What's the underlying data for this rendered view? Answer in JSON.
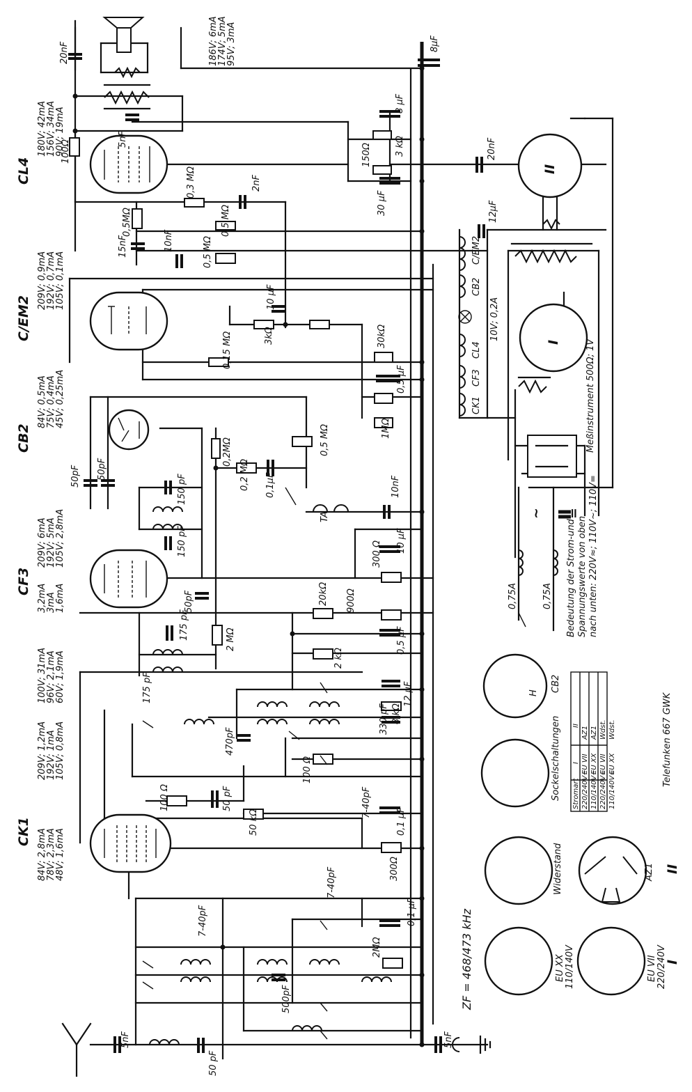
{
  "tubes": {
    "cl4": "CL4",
    "cem2": "C/EM2",
    "cb2": "CB2",
    "cf3": "CF3",
    "ck1": "CK1"
  },
  "voltages": {
    "cl4_1": "180V; 42mA",
    "cl4_2": "156V; 34mA",
    "cl4_3": "90V; 19mA",
    "top_1": "186V; 6mA",
    "top_2": "174V; 5mA",
    "top_3": "95V; 3mA",
    "cem2_1": "209V; 0,9mA",
    "cem2_2": "192V; 0,7mA",
    "cem2_3": "105V; 0,1mA",
    "cb2_1": "84V; 0,5mA",
    "cb2_2": "75V; 0,4mA",
    "cb2_3": "45V; 0,25mA",
    "cf3_1": "209V; 6mA",
    "cf3_2": "192V; 5mA",
    "cf3_3": "105V; 2,8mA",
    "cf3s_1": "3,2mA",
    "cf3s_2": "3mA",
    "cf3s_3": "1,6mA",
    "osc_1": "100V; 31mA",
    "osc_2": "96V; 2,1mA",
    "osc_3": "60V; 1,9mA",
    "ck1a_1": "209V; 1,2mA",
    "ck1a_2": "192V; 1mA",
    "ck1a_3": "105V; 0,8mA",
    "ck1b_1": "84V; 2,8mA",
    "ck1b_2": "78V; 2,3mA",
    "ck1b_3": "48V; 1,6mA"
  },
  "components": {
    "c_20nf_top": "20nF",
    "c_8uf_top": "8µF",
    "c_5nf_cl4": "5nF",
    "r_100": "100Ω",
    "c_8uf_b": "8 µF",
    "r_150": "150Ω",
    "r_3k": "3 kΩ",
    "c_30uf": "30 µF",
    "c_20nf_r": "20nF",
    "r_03m": "0,3 MΩ",
    "c_2nf": "2nF",
    "r_05m_a": "0,5MΩ",
    "c_15nf": "15nF",
    "c_10nf": "10nF",
    "r_05m_b": "0,5 MΩ",
    "r_05m_c": "0,5 MΩ",
    "c_12uf": "12µF",
    "c_10uf_a": "10 µF",
    "r_3k_b": "3kΩ",
    "r_015m": "0,15 MΩ",
    "r_30k": "30kΩ",
    "c_05uf_a": "0,5 µF",
    "r_1m": "1MΩ",
    "r_02m": "0,2MΩ",
    "r_02m_b": "0,2 MΩ",
    "c_01uf": "0,1µF",
    "r_05m_d": "0,5 MΩ",
    "c_10nf_b": "10nF",
    "c_50pf_a": "50pF",
    "c_50pf_b": "50pF",
    "c_150pf_a": "150 pF",
    "c_150pf_b": "150 pF",
    "ta": "TA",
    "r_300": "300 Ω",
    "c_10uf_b": "10 µF",
    "r_900": "900Ω",
    "r_20k": "20kΩ",
    "c_50pf_c": "50pF",
    "c_175pf_a": "175 pF",
    "r_2m": "2 MΩ",
    "c_05uf_b": "0,5 µF",
    "r_2k": "2 kΩ",
    "c_175pf_b": "175 pF",
    "c_470pf": "470pF",
    "c_330pf": "330 pF",
    "r_8k": "8 kΩ",
    "c_12uf_b": "12 µF",
    "r_100b": "100 Ω",
    "c_7_40pf_a": "7-40pF",
    "r_100c": "100 Ω",
    "c_50pf_d": "50 pF",
    "r_50k": "50 kΩ",
    "c_01uf_b": "0,1 µF",
    "r_300b": "300Ω",
    "c_7_40pf_b": "7-40pF",
    "c_7_40pf_c": "7-40pF",
    "c_01uf_c": "0,1 µF",
    "r_2m_b": "2MΩ",
    "c_500pf": "500pF",
    "c_5nf_ant": "5nF",
    "c_50pf_ant": "50 pF",
    "c_5nf_gnd": "5nF",
    "zf": "ZF = 468/473 kHz",
    "fuse_1": "0,75A",
    "fuse_2": "0,75A"
  },
  "pilot": {
    "ck1": "CK1",
    "cf3": "CF3",
    "cl4": "CL4",
    "cb2": "CB2",
    "cem2": "C/EM2",
    "lamp": "10V; 0,2A"
  },
  "notes": {
    "meter": "Meßinstrument 500Ω; 1V",
    "expl_1": "Bedeutung der Strom-und",
    "expl_2": "Spannungswerte von oben",
    "expl_3": "nach unten: 220V≈; 110V~; 110V=",
    "tube_ii": "II",
    "tube_i": "I",
    "ac": "~",
    "dc": "="
  },
  "sockets": {
    "title": "Sockelschaltungen",
    "cb2": "CB2",
    "az1": "AZ1",
    "widerstand": "Widerstand",
    "eu7": "EU VII",
    "eu7_volt": "220/240V",
    "eu7_num": "I",
    "eu20": "EU XX",
    "eu20_volt": "110/140V",
    "ii": "II",
    "pin_h": "H"
  },
  "table": {
    "headers": [
      "Stromart",
      "I",
      "II"
    ],
    "rows": [
      [
        "220/240V~",
        "EU VII",
        "AZ1"
      ],
      [
        "110/140V~",
        "EU XX",
        "AZ1"
      ],
      [
        "220/240V=",
        "EU VII",
        "Wdst."
      ],
      [
        "110/140V=",
        "EU XX",
        "Wdst."
      ]
    ]
  },
  "footer": {
    "model": "Telefunken 667 GWK"
  }
}
